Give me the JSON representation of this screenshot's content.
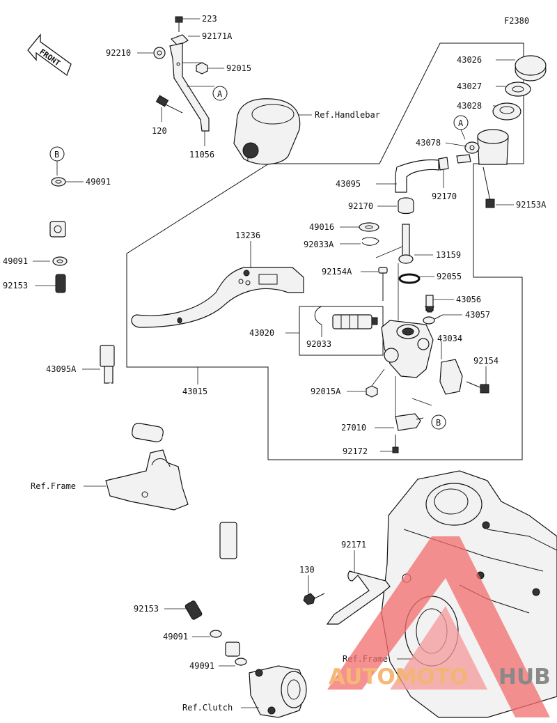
{
  "diagram": {
    "code": "F2380",
    "front_label": "FRONT",
    "refs": {
      "handlebar": "Ref.Handlebar",
      "frame1": "Ref.Frame",
      "frame2": "Ref.Frame",
      "clutch": "Ref.Clutch"
    },
    "markers": {
      "a": "A",
      "b": "B"
    },
    "parts": {
      "p223": "223",
      "p92171A": "92171A",
      "p92210": "92210",
      "p92015": "92015",
      "p120": "120",
      "p11056": "11056",
      "p43026": "43026",
      "p43027": "43027",
      "p43028": "43028",
      "p43078": "43078",
      "p43095": "43095",
      "p92170a": "92170",
      "p92170b": "92170",
      "p92153A": "92153A",
      "p49016": "49016",
      "p92033A": "92033A",
      "p13159": "13159",
      "p13236": "13236",
      "p92154A": "92154A",
      "p92055": "92055",
      "p43056": "43056",
      "p43057": "43057",
      "p43020": "43020",
      "p92033": "92033",
      "p43034": "43034",
      "p92154": "92154",
      "p43015": "43015",
      "p92015A": "92015A",
      "p27010": "27010",
      "p92172": "92172",
      "p49091a": "49091",
      "p49091b": "49091",
      "p92153a": "92153",
      "p43095A": "43095A",
      "p92171": "92171",
      "p130": "130",
      "p92153b": "92153",
      "p49091c": "49091",
      "p49091d": "49091"
    }
  },
  "watermark": {
    "text_part1": "AUTOMOTO",
    "text_part2": "HUB",
    "color": "#f26d6d",
    "color2": "#666666"
  }
}
